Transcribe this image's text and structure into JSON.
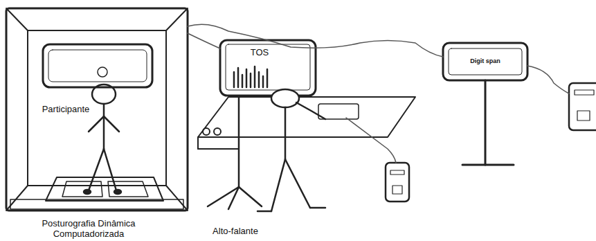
{
  "diagram": {
    "labels": [
      "TOS",
      "Participante",
      "Digit span",
      "Posturografia Dinâmica Computadorizada",
      "Alto-falante"
    ]
  }
}
